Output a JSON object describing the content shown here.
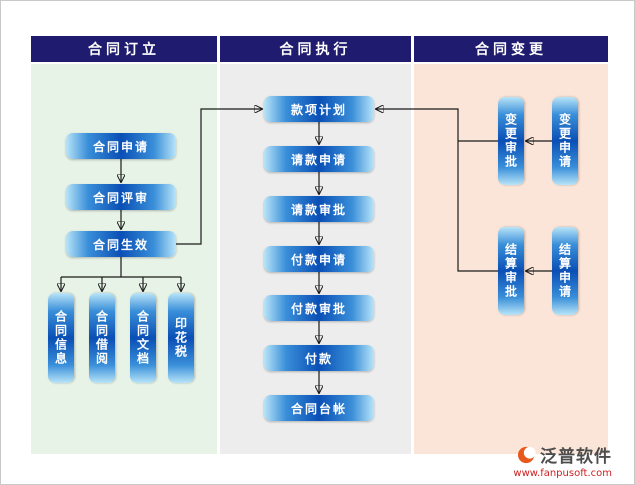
{
  "columns": {
    "establishment": {
      "header": "合同订立"
    },
    "execution": {
      "header": "合同执行"
    },
    "change": {
      "header": "合同变更"
    }
  },
  "establishment_flow": {
    "steps": [
      "合同申请",
      "合同评审",
      "合同生效"
    ],
    "documents": [
      "合同信息",
      "合同借阅",
      "合同文档",
      "印花税"
    ]
  },
  "execution_flow": {
    "steps": [
      "款项计划",
      "请款申请",
      "请款审批",
      "付款申请",
      "付款审批",
      "付款",
      "合同台帐"
    ]
  },
  "change_flow": {
    "change_approval": "变更审批",
    "change_request": "变更申请",
    "settlement_approval": "结算审批",
    "settlement_request": "结算申请"
  },
  "footer": {
    "brand": "泛普软件",
    "url": "www.fanpusoft.com"
  },
  "colors": {
    "header_bg": "#1f1b6e",
    "establishment_bg": "#e7f3e7",
    "execution_bg": "#ededed",
    "change_bg": "#fbe5d9",
    "box_blue_dark": "#0a4fb5",
    "box_blue_light": "#b8e4f8",
    "arrow": "#1a1a1a",
    "brand_text": "#4d4d4d",
    "url_text": "#cc1f1f",
    "logo_orange": "#e8581c"
  }
}
